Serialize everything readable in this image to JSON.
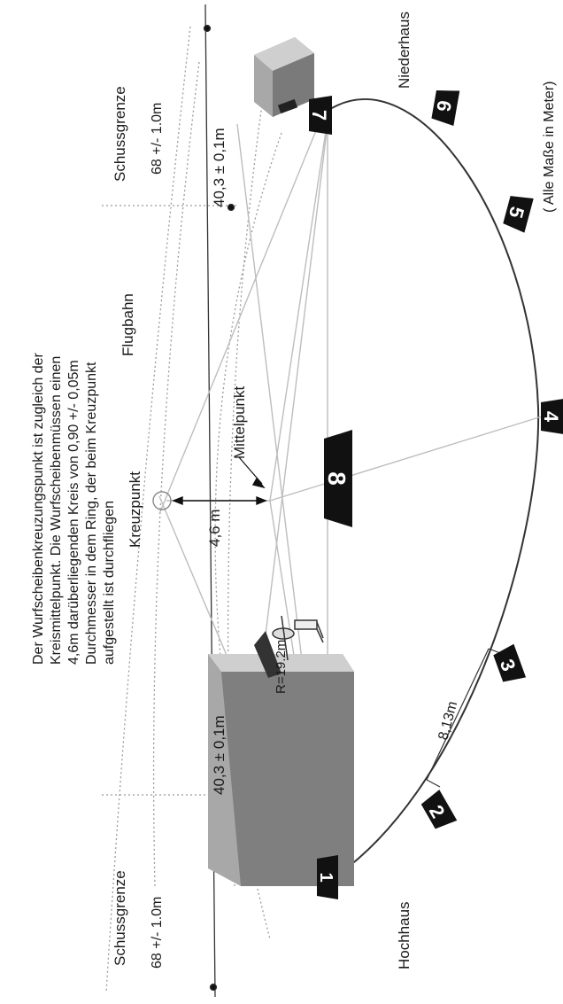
{
  "labels": {
    "schussgrenze_top": "Schussgrenze",
    "range_top": "68 +/- 1.0m",
    "measure_note": "( Alle Maße in  Meter)",
    "niederhaus": "Niederhaus",
    "dist_top": "40,3  ±  0,1m",
    "flugbahn": "Flugbahn",
    "description_lines": [
      "Der Wurfscheibenkreuzungspunkt ist zugleich der",
      "Kreismittelpunkt. Die Wurfscheibenmüssen einen",
      "4,6m darüberliegenden Kreis von 0,90 +/- 0,05m",
      "Durchmesser in dem Ring, der beim Kreuzpunkt",
      "aufgestellt ist durchfliegen"
    ],
    "mittelpunkt": "Mittelpunkt",
    "kreuzpunkt": "Kreuzpunkt",
    "height": "4,6  m",
    "radius": "R=19.2m",
    "chord": "8,13m",
    "dist_bottom": "40,3  ±  0,1m",
    "schussgrenze_bottom": "Schussgrenze",
    "range_bottom": "68 +/- 1.0m",
    "hochhaus": "Hochhaus"
  },
  "stations": [
    "1",
    "2",
    "3",
    "4",
    "5",
    "6",
    "7",
    "8"
  ],
  "colors": {
    "line": "#333333",
    "light_line": "#b8b8b8",
    "dotted": "#9a9a9a",
    "station_fill": "#111111",
    "house_dark": "#7a7a7a",
    "house_mid": "#a8a8a8",
    "house_light": "#cfcfcf"
  }
}
